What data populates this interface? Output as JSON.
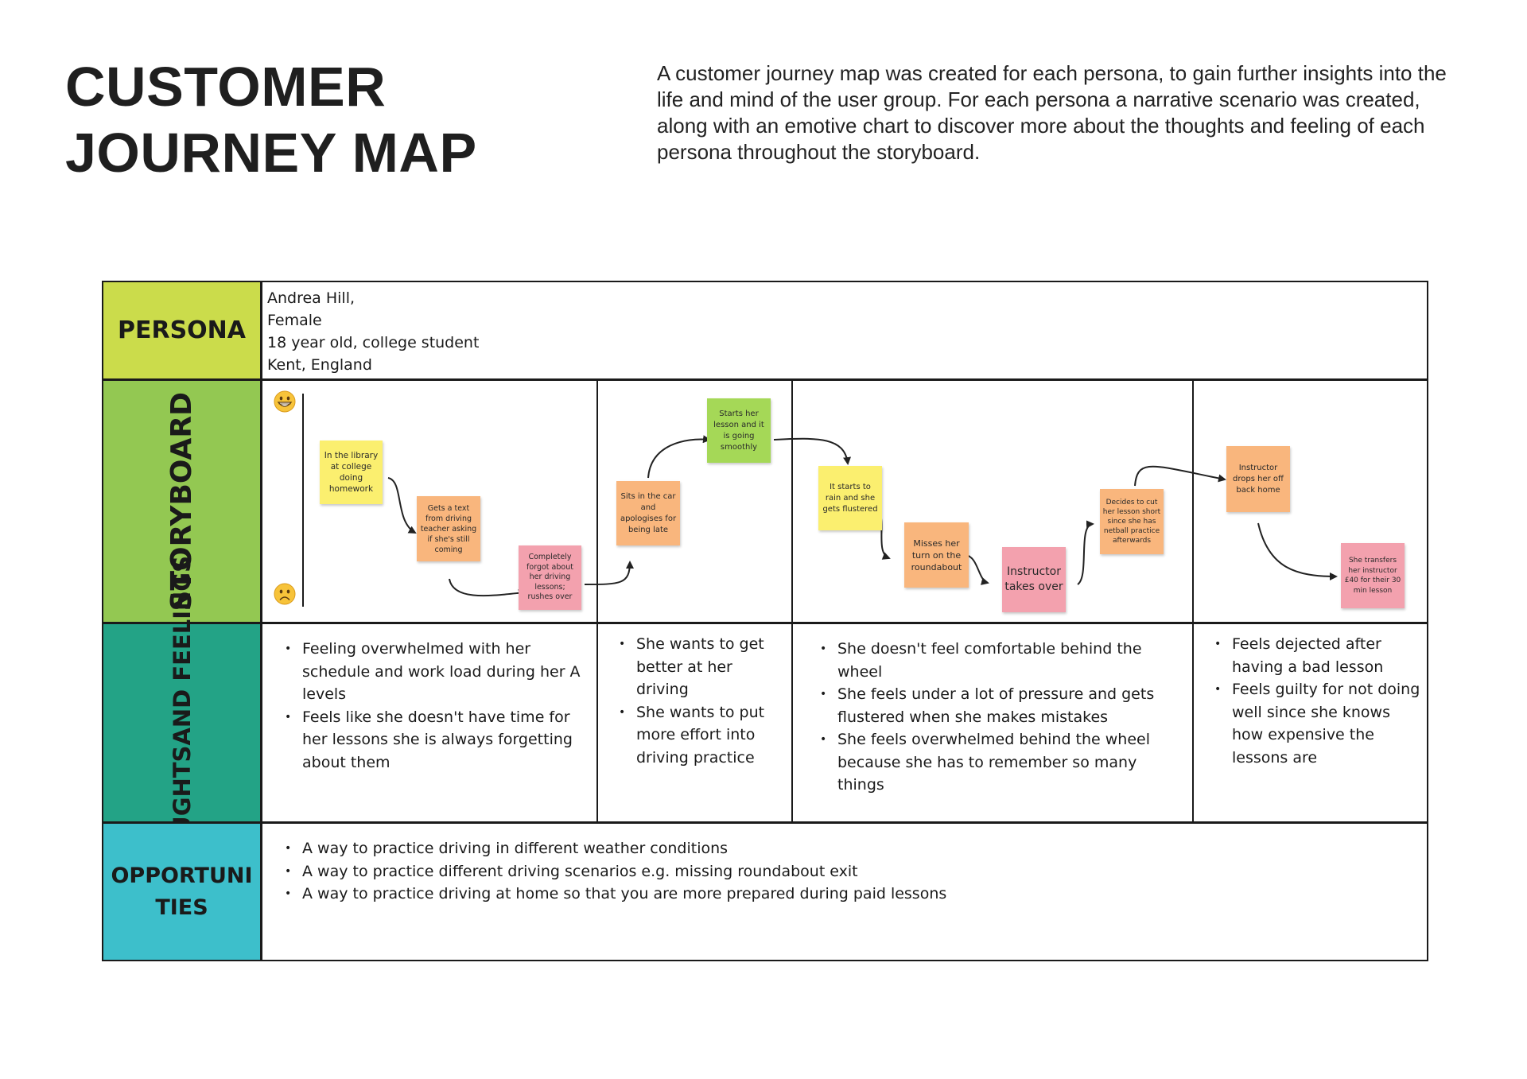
{
  "header": {
    "title_line1": "CUSTOMER",
    "title_line2": "JOURNEY MAP",
    "intro": "A customer journey map was created for each persona, to gain further insights into the life and mind of the user group. For each persona a narrative scenario was created, along with an emotive chart to discover more about the thoughts and feeling of each persona throughout the storyboard."
  },
  "rows": {
    "persona": {
      "label": "PERSONA",
      "color": "#cbdc4b"
    },
    "storyboard": {
      "label": "STORYBOARD",
      "color": "#93c852"
    },
    "thoughts": {
      "label_line1": "THOUGHTS",
      "label_line2": "AND FEELINGS",
      "color": "#23a386"
    },
    "opportunities": {
      "label_line1": "OPPORTUNI",
      "label_line2": "TIES",
      "color": "#3dbfcb"
    }
  },
  "persona": {
    "lines": [
      "Andrea Hill,",
      "Female",
      "18 year old, college student",
      "Kent, England"
    ]
  },
  "storyboard": {
    "emoji_happy": "grinning-face-icon",
    "emoji_sad": "frowning-face-icon",
    "colors": {
      "yellow": "#fbef6f",
      "orange": "#f9b67d",
      "pink": "#f3a1ae",
      "green": "#a5d857"
    },
    "notes": [
      {
        "text": "In the library at college doing homework",
        "color": "yellow"
      },
      {
        "text": "Gets a text from driving teacher asking if she's still coming",
        "color": "orange"
      },
      {
        "text": "Completely forgot about her driving lessons; rushes over",
        "color": "pink"
      },
      {
        "text": "Sits in the car and apologises for being late",
        "color": "orange"
      },
      {
        "text": "Starts her lesson and it is going smoothly",
        "color": "green"
      },
      {
        "text": "It starts to rain and she gets flustered",
        "color": "yellow"
      },
      {
        "text": "Misses her turn on the roundabout",
        "color": "orange"
      },
      {
        "text": "Instructor takes over",
        "color": "pink"
      },
      {
        "text": "Decides to cut her lesson short since she has netball practice afterwards",
        "color": "orange"
      },
      {
        "text": "Instructor drops her off back home",
        "color": "orange"
      },
      {
        "text": "She transfers her instructor £40 for their 30 min lesson",
        "color": "pink"
      }
    ]
  },
  "thoughts": {
    "col1": [
      "Feeling overwhelmed with her schedule and work load during her A levels",
      "Feels like she doesn't have time for her lessons she is always forgetting about them"
    ],
    "col2": [
      "She wants to get better at her driving",
      "She wants to put more effort into driving practice"
    ],
    "col3": [
      "She doesn't feel comfortable behind the wheel",
      "She feels under a lot of pressure and gets flustered when she makes mistakes",
      "She feels overwhelmed behind the wheel because she has to remember so many things"
    ],
    "col4": [
      "Feels dejected after having a bad lesson",
      "Feels guilty for not doing well since she knows how expensive the lessons are"
    ]
  },
  "opportunities": {
    "items": [
      "A way to practice driving in different weather conditions",
      "A way to practice different driving scenarios e.g. missing roundabout exit",
      "A way to practice driving at home so that you are more prepared during paid lessons"
    ]
  }
}
